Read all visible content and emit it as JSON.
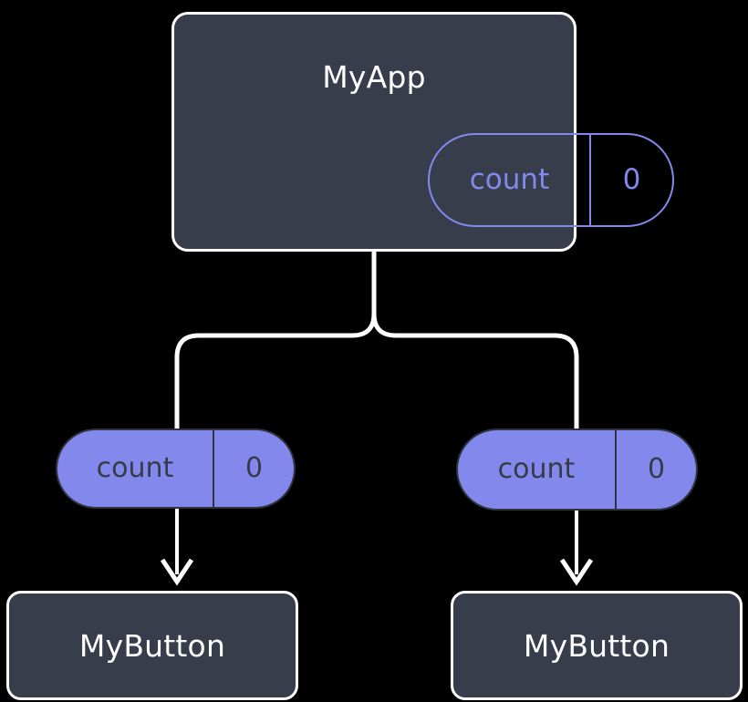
{
  "diagram": {
    "type": "component-tree",
    "background_color": "#000000",
    "palette": {
      "node_fill": "#383D4C",
      "node_border": "#FFFFFF",
      "node_text": "#FFFFFF",
      "state_accent": "#8389EC",
      "state_filled_text": "#363B48",
      "connector": "#FFFFFF"
    },
    "root": {
      "title": "MyApp",
      "state": {
        "key": "count",
        "value": "0"
      }
    },
    "branches": [
      {
        "side": "left",
        "props": {
          "key": "count",
          "value": "0"
        },
        "child": {
          "title": "MyButton"
        }
      },
      {
        "side": "right",
        "props": {
          "key": "count",
          "value": "0"
        },
        "child": {
          "title": "MyButton"
        }
      }
    ]
  }
}
